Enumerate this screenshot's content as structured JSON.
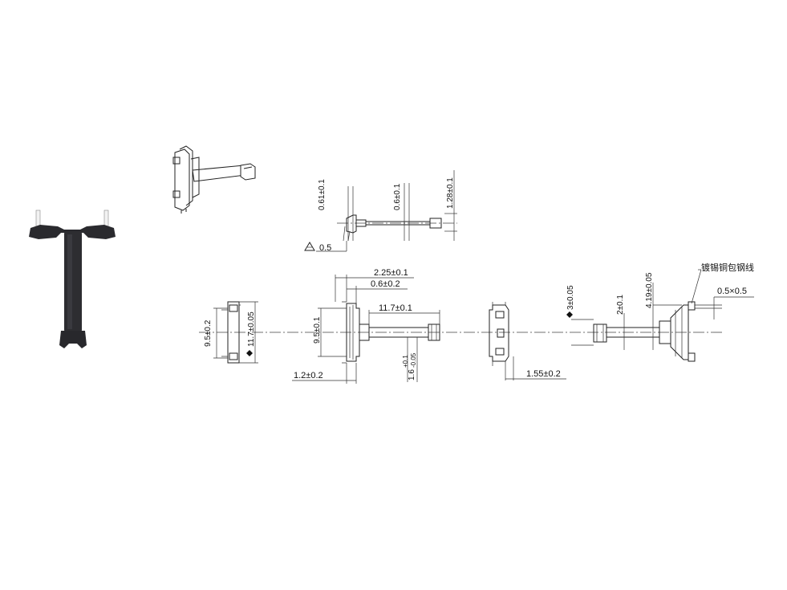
{
  "drawing": {
    "top_view": {
      "dims": [
        "0.61±0.1",
        "0.6±0.1",
        "1.28±0.1"
      ],
      "flatness": "0.5"
    },
    "end_view_left": {
      "dims": [
        "9.5±0.2",
        "11.7±0.05"
      ]
    },
    "side_view": {
      "dims": [
        "2.25±0.1",
        "0.6±0.2",
        "11.7±0.1",
        "9.5±0.1",
        "1.2±0.2",
        "1.6"
      ],
      "tolerance_upper": "+0.1",
      "tolerance_lower": "-0.05"
    },
    "end_view_right": {
      "dims": [
        "1.55±0.2"
      ]
    },
    "rear_view": {
      "dims": [
        "3±0.05",
        "2±0.1",
        "4.19±0.05",
        "0.5×0.5"
      ],
      "wire_note": "镀锡铜包钢线"
    }
  },
  "colors": {
    "part_body": "#2a2a2e",
    "pin": "#e8e8e8",
    "line": "#222222"
  }
}
